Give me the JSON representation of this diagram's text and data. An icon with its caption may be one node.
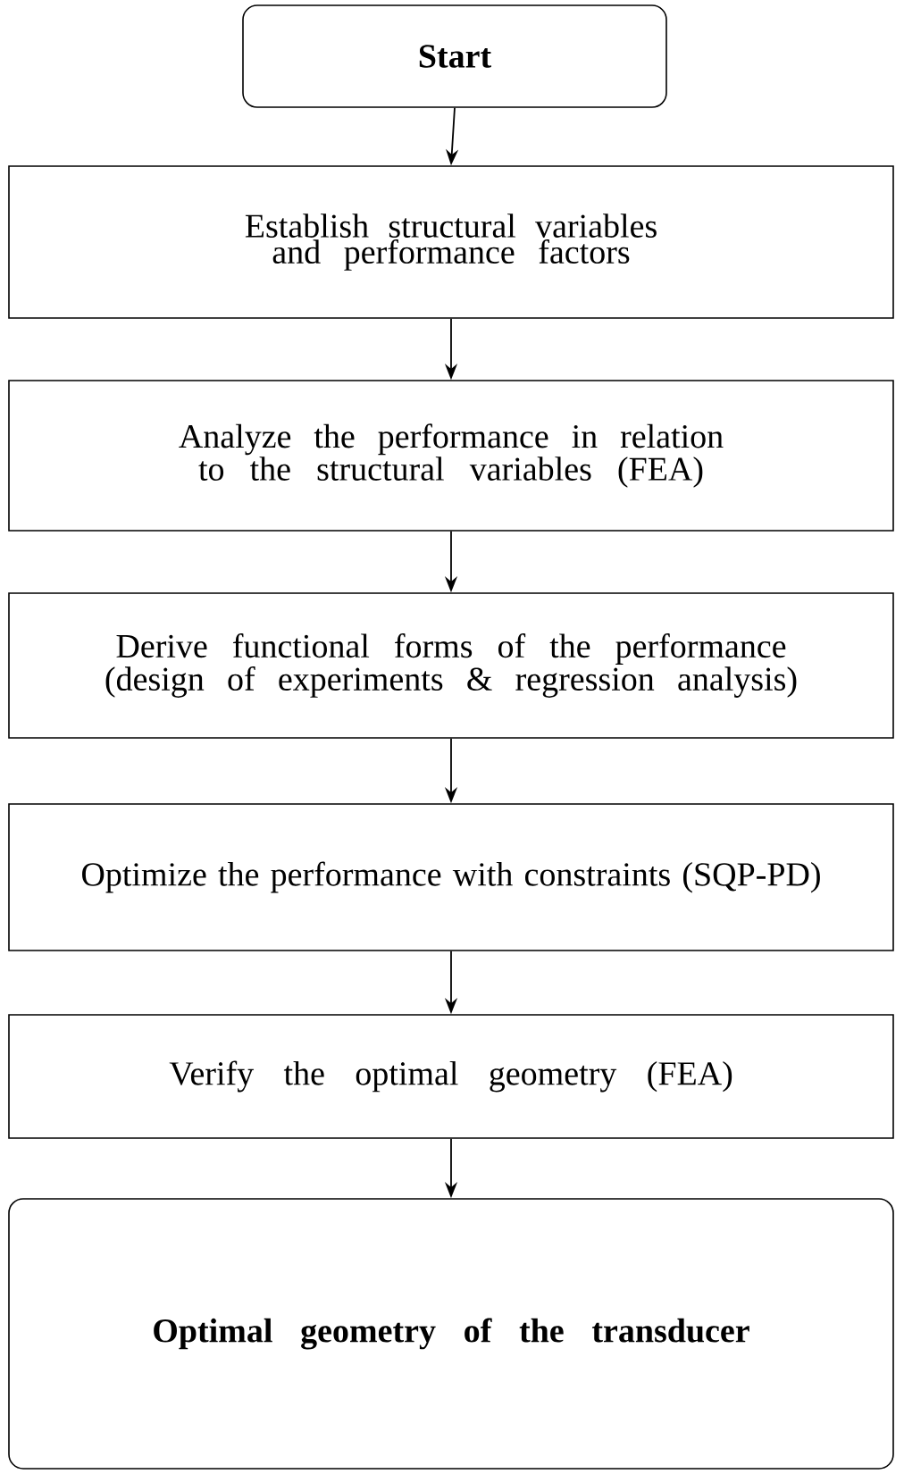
{
  "diagram": {
    "nodes": [
      {
        "text": [
          "Start"
        ]
      },
      {
        "text": [
          "Establish structural variables and performance factors"
        ]
      },
      {
        "text": [
          "Analyze the performance in relation to the structural variables (FEA)"
        ]
      },
      {
        "text": [
          "Derive functional forms of the performance (design of experiments & regression analysis)"
        ]
      },
      {
        "text": [
          "Optimize the performance with constraints (SQP-PD)"
        ]
      },
      {
        "text": [
          "Verify the optimal geometry (FEA)"
        ]
      },
      {
        "text": [
          "Optimal geometry of the transducer"
        ]
      }
    ],
    "edges": [
      {
        "from": 0,
        "to": 1,
        "arrow": "to"
      },
      {
        "from": 1,
        "to": 2,
        "arrow": "to"
      },
      {
        "from": 2,
        "to": 3,
        "arrow": "to"
      },
      {
        "from": 3,
        "to": 4,
        "arrow": "to"
      },
      {
        "from": 4,
        "to": 5,
        "arrow": "to"
      },
      {
        "from": 5,
        "to": 6,
        "arrow": "to"
      }
    ]
  }
}
